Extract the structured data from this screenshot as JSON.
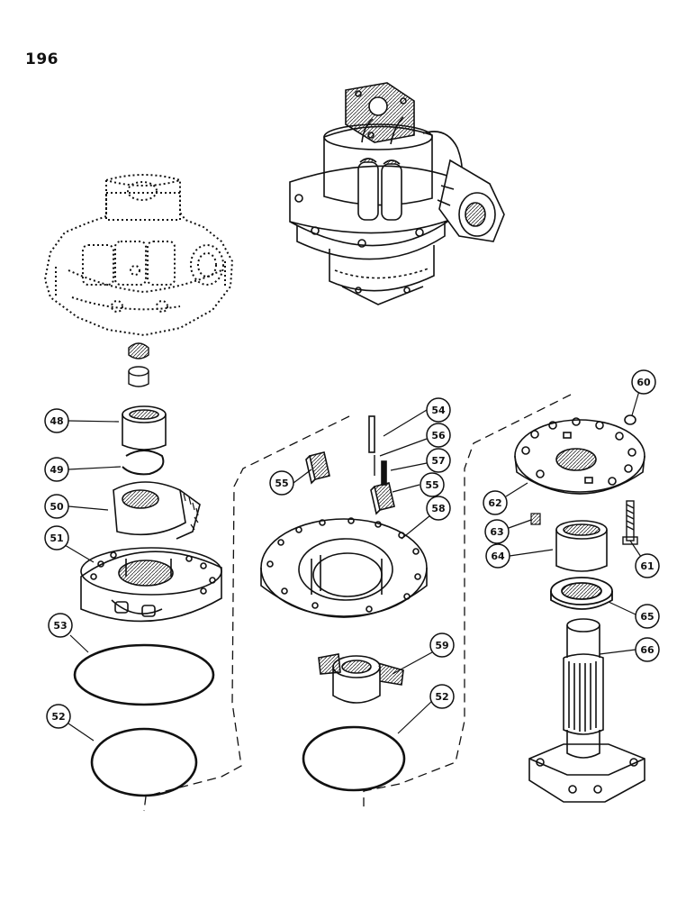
{
  "page": {
    "number": "196"
  },
  "callouts": [
    {
      "id": "48",
      "label": "48"
    },
    {
      "id": "49",
      "label": "49"
    },
    {
      "id": "50",
      "label": "50"
    },
    {
      "id": "51",
      "label": "51"
    },
    {
      "id": "53",
      "label": "53"
    },
    {
      "id": "52a",
      "label": "52"
    },
    {
      "id": "54",
      "label": "54"
    },
    {
      "id": "56",
      "label": "56"
    },
    {
      "id": "57",
      "label": "57"
    },
    {
      "id": "55a",
      "label": "55"
    },
    {
      "id": "55b",
      "label": "55"
    },
    {
      "id": "58",
      "label": "58"
    },
    {
      "id": "59",
      "label": "59"
    },
    {
      "id": "52b",
      "label": "52"
    },
    {
      "id": "60",
      "label": "60"
    },
    {
      "id": "62",
      "label": "62"
    },
    {
      "id": "63",
      "label": "63"
    },
    {
      "id": "64",
      "label": "64"
    },
    {
      "id": "61",
      "label": "61"
    },
    {
      "id": "65",
      "label": "65"
    },
    {
      "id": "66",
      "label": "66"
    }
  ],
  "colors": {
    "ink": "#111111",
    "paper": "#ffffff",
    "shade": "#cfcfcf"
  }
}
